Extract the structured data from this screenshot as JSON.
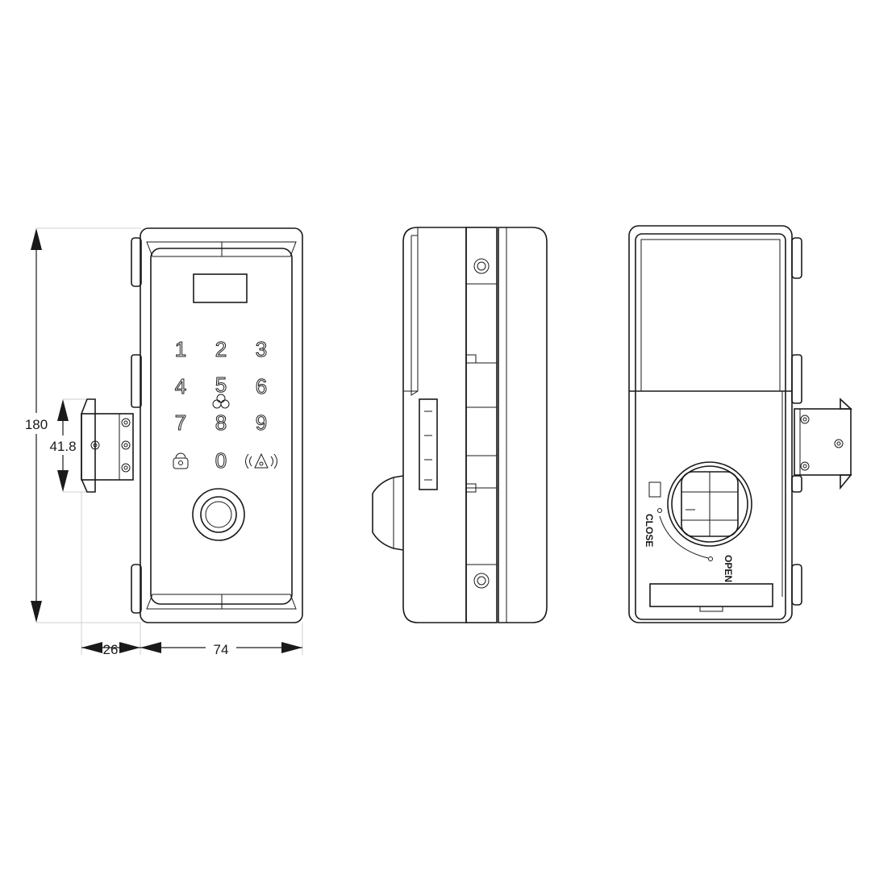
{
  "dimensions": {
    "height": "180",
    "latch_height": "41.8",
    "latch_depth": "26",
    "width": "74"
  },
  "keypad": {
    "keys": [
      "1",
      "2",
      "3",
      "4",
      "5",
      "6",
      "7",
      "8",
      "9",
      "0"
    ]
  },
  "knob": {
    "close_label": "CLOSE",
    "open_label": "OPEN"
  },
  "icons": {
    "lock": "lock-icon",
    "bell": "doorbell-icon",
    "fingerprint": "fingerprint-sensor-icon",
    "center": "wifi-badge-icon"
  },
  "colors": {
    "line": "#1a1a1a",
    "extension": "#cfcfcf",
    "background": "#ffffff"
  }
}
